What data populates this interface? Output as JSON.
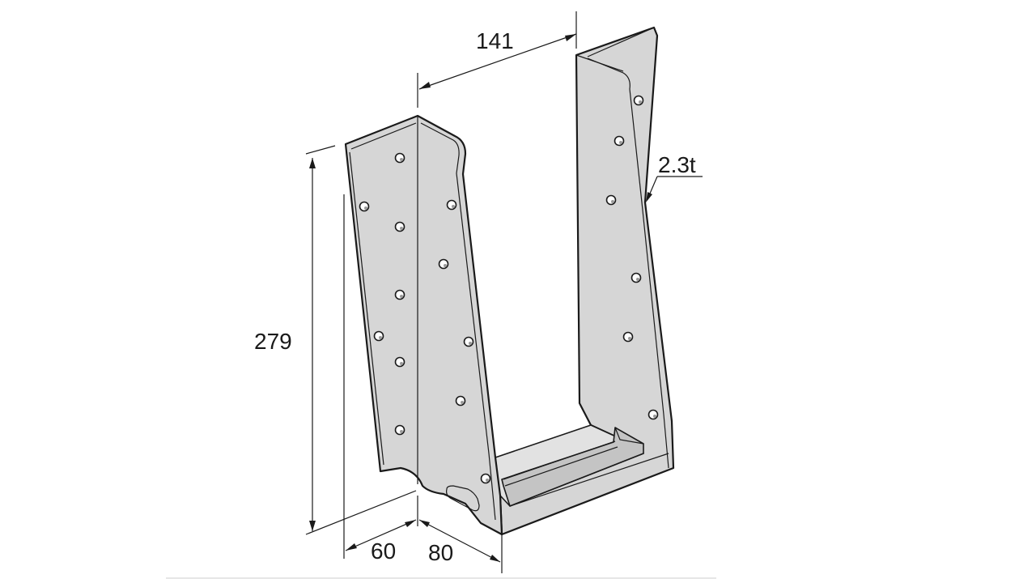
{
  "dimensions": {
    "width_inner": "141",
    "height": "279",
    "thickness": "2.3t",
    "flange": "60",
    "depth": "80"
  },
  "colors": {
    "steel": "#d6d6d6",
    "outline": "#1a1a1a",
    "background": "#ffffff"
  }
}
